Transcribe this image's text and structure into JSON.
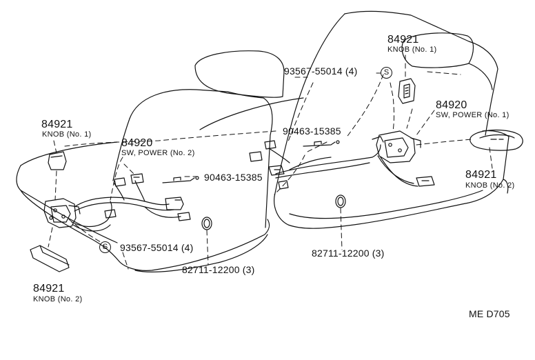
{
  "figure_code": "ME  D705",
  "callouts": {
    "knob_no1_left": {
      "part": "84921",
      "name": "KNOB (No. 1)"
    },
    "sw_power_no2": {
      "part": "84920",
      "name": "SW, POWER (No. 2)"
    },
    "knob_no2_left": {
      "part": "84921",
      "name": "KNOB (No. 2)"
    },
    "knob_no1_right": {
      "part": "84921",
      "name": "KNOB (No. 1)"
    },
    "sw_power_no1": {
      "part": "84920",
      "name": "SW, POWER (No. 1)"
    },
    "knob_no2_right": {
      "part": "84921",
      "name": "KNOB (No. 2)"
    },
    "screw_top": {
      "part": "93567-55014 (4)",
      "symbol": "S"
    },
    "screw_bottom": {
      "part": "93567-55014 (4)",
      "symbol": "S"
    },
    "clip_left": {
      "part": "90463-15385"
    },
    "clip_right": {
      "part": "90463-15385"
    },
    "band_left": {
      "part": "82711-12200 (3)"
    },
    "band_right": {
      "part": "82711-12200 (3)"
    }
  },
  "colors": {
    "ink": "#111111",
    "background": "#ffffff"
  }
}
